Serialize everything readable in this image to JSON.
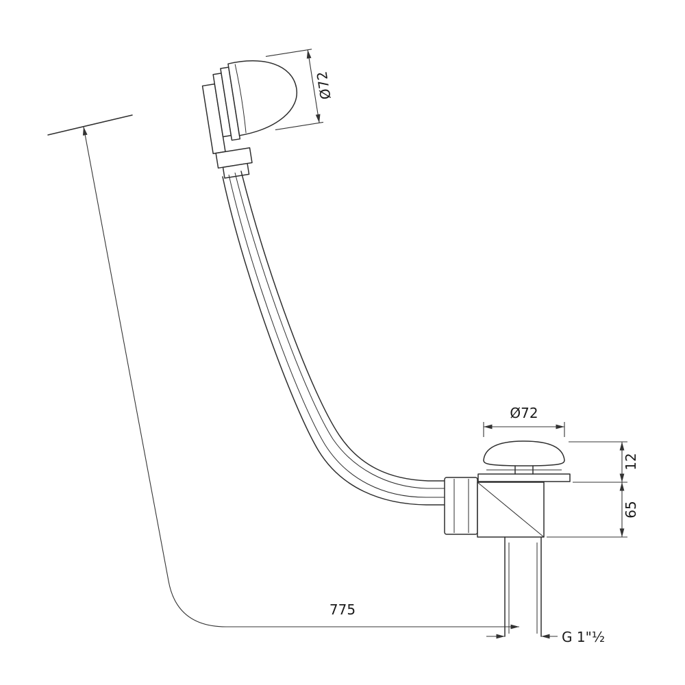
{
  "drawing_type": "technical-dimension-drawing",
  "colors": {
    "line": "#2d2d2d",
    "dimension_line": "#333333",
    "text": "#1a1a1a",
    "background": "#ffffff"
  },
  "labels": {
    "overflow_diameter": "Ø72",
    "drain_diameter": "Ø72",
    "plug_height": "12",
    "body_height": "65",
    "pipe_length": "775",
    "outlet_thread": "G 1\"½"
  }
}
